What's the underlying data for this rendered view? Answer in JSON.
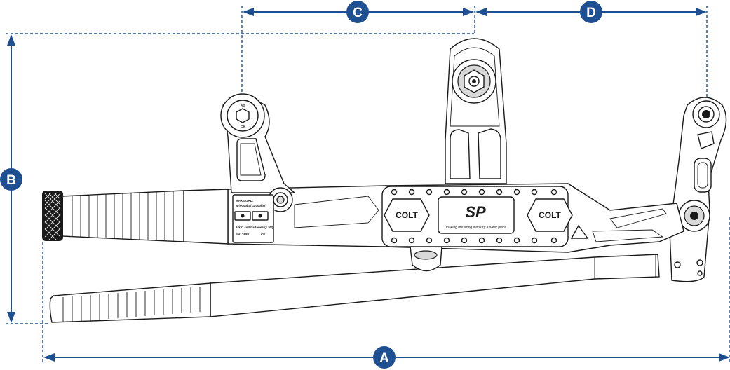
{
  "dimensions": {
    "A": "A",
    "B": "B",
    "C": "C",
    "D": "D"
  },
  "plate": {
    "colt_left": "COLT",
    "colt_right": "COLT",
    "logo": "SP",
    "tagline": "making the lifting industry a safer place"
  },
  "label_panel": {
    "max_load_title": "MAX LOAD:",
    "max_load_value": "B (0000kg/11,000lbs)",
    "cell_indicator": "3 X C cell batteries (1.5V)",
    "serial": "SN: 2888",
    "ce_mark": "CE"
  },
  "pin_marks": {
    "top": "A3",
    "bottom": "C9"
  },
  "colors": {
    "dimension": "#1d4f91",
    "outline": "#1a1a1a",
    "background": "#ffffff"
  }
}
